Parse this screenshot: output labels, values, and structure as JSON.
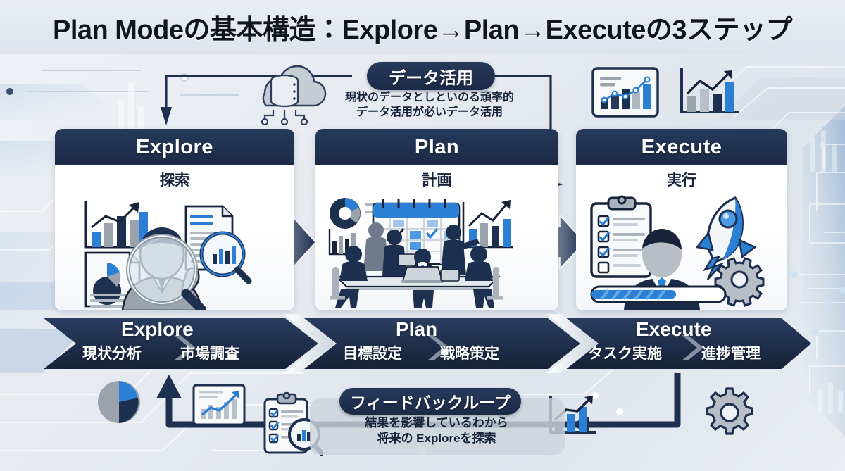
{
  "title": "Plan Modeの基本構造：Explore→Plan→Executeの3ステップ",
  "theme": {
    "navy": "#1e3050",
    "navy_dark": "#16233a",
    "accent_blue": "#2b7fd4",
    "light_blue": "#4a9ae6",
    "gray": "#9aa3ad",
    "bg": "#e6eaf0"
  },
  "data_callout": {
    "label": "データ活用",
    "line1": "現状のデータとしといのる頑率的",
    "line2": "データ活用が必いデータ活用"
  },
  "panels": [
    {
      "id": "explore",
      "title": "Explore",
      "subtitle": "探索",
      "icons": [
        "bar-chart-icon",
        "pie-document-icon",
        "analyst-person-icon",
        "magnifier-icon",
        "document-icon",
        "magnifier-chart-icon"
      ]
    },
    {
      "id": "plan",
      "title": "Plan",
      "subtitle": "計画",
      "icons": [
        "donut-chart-icon",
        "bar-chart-icon",
        "calendar-icon",
        "team-meeting-icon",
        "trend-chart-icon",
        "laptop-icon"
      ]
    },
    {
      "id": "execute",
      "title": "Execute",
      "subtitle": "実行",
      "icons": [
        "clipboard-checklist-icon",
        "person-icon",
        "rocket-icon",
        "gear-icon",
        "progress-bar-icon"
      ]
    }
  ],
  "progress": {
    "percent": 60
  },
  "banner": {
    "segments": [
      {
        "title": "Explore",
        "items": [
          "現状分析",
          "市場調査"
        ]
      },
      {
        "title": "Plan",
        "items": [
          "目標設定",
          "戦略策定"
        ]
      },
      {
        "title": "Execute",
        "items": [
          "タスク実施",
          "進捗管理"
        ]
      }
    ]
  },
  "feedback_callout": {
    "label": "フィードバックループ",
    "line1": "結果を影響しているわから",
    "line2": "将来の Exploreを探索"
  },
  "decor_icons": [
    "cloud-database-icon",
    "chart-panel-icon",
    "trend-bar-icon",
    "pie-chart-icon",
    "trend-chart-frame-icon",
    "clipboard-magnifier-icon",
    "bar-trend-icon",
    "gear-icon"
  ]
}
